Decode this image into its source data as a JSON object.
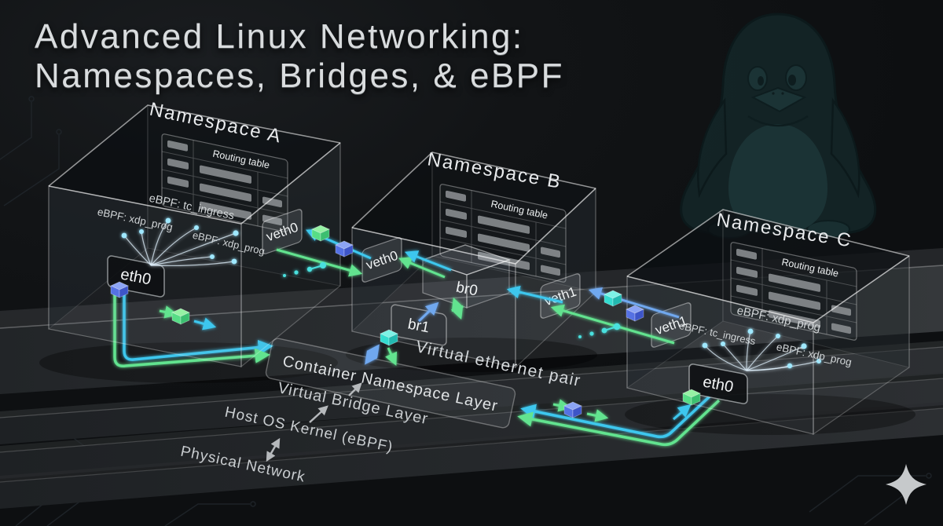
{
  "title": {
    "line1": "Advanced Linux Networking:",
    "line2": "Namespaces, Bridges, & eBPF"
  },
  "namespaces": {
    "a": {
      "name": "Namespace A",
      "eth": "eth0",
      "veth": "veth0"
    },
    "b": {
      "name": "Namespace B",
      "veth_left": "veth0",
      "veth_right": "veth1"
    },
    "c": {
      "name": "Namespace C",
      "eth": "eth0",
      "veth": "veth1"
    }
  },
  "routing_table_title": "Routing table",
  "bridges": {
    "br0": "br0",
    "br1": "br1"
  },
  "ebpf": {
    "tc": "eBPF: tc_ingress",
    "xdp": "eBPF: xdp_prog"
  },
  "layers": {
    "container": "Container Namespace Layer",
    "bridge": "Virtual Bridge Layer",
    "kernel": "Host OS Kernel (eBPF)",
    "physical": "Physical Network"
  },
  "annotations": {
    "veth_pair": "Virtual ethernet pair"
  },
  "colors": {
    "cyan": "#3ec7ee",
    "green": "#62e38f",
    "blue": "#6fa8ef",
    "teal": "#3fe0d4",
    "title_text": "#d9dcde",
    "background": "#0e1013"
  },
  "icons": {
    "mascot": "tux-penguin",
    "sparkle": "four-point-star"
  }
}
